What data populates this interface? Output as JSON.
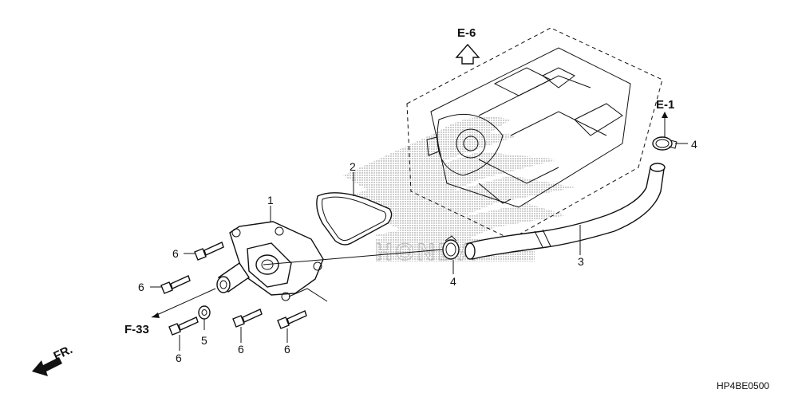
{
  "callouts": {
    "p1": "1",
    "p2": "2",
    "p3": "3",
    "p4a": "4",
    "p4b": "4",
    "p5": "5",
    "p6a": "6",
    "p6b": "6",
    "p6c": "6",
    "p6d": "6",
    "p6e": "6"
  },
  "references": {
    "e6": "E-6",
    "e1": "E-1",
    "f33": "F-33",
    "front": "FR."
  },
  "diagram_code": "HP4BE0500",
  "watermark_text": "HONDA"
}
